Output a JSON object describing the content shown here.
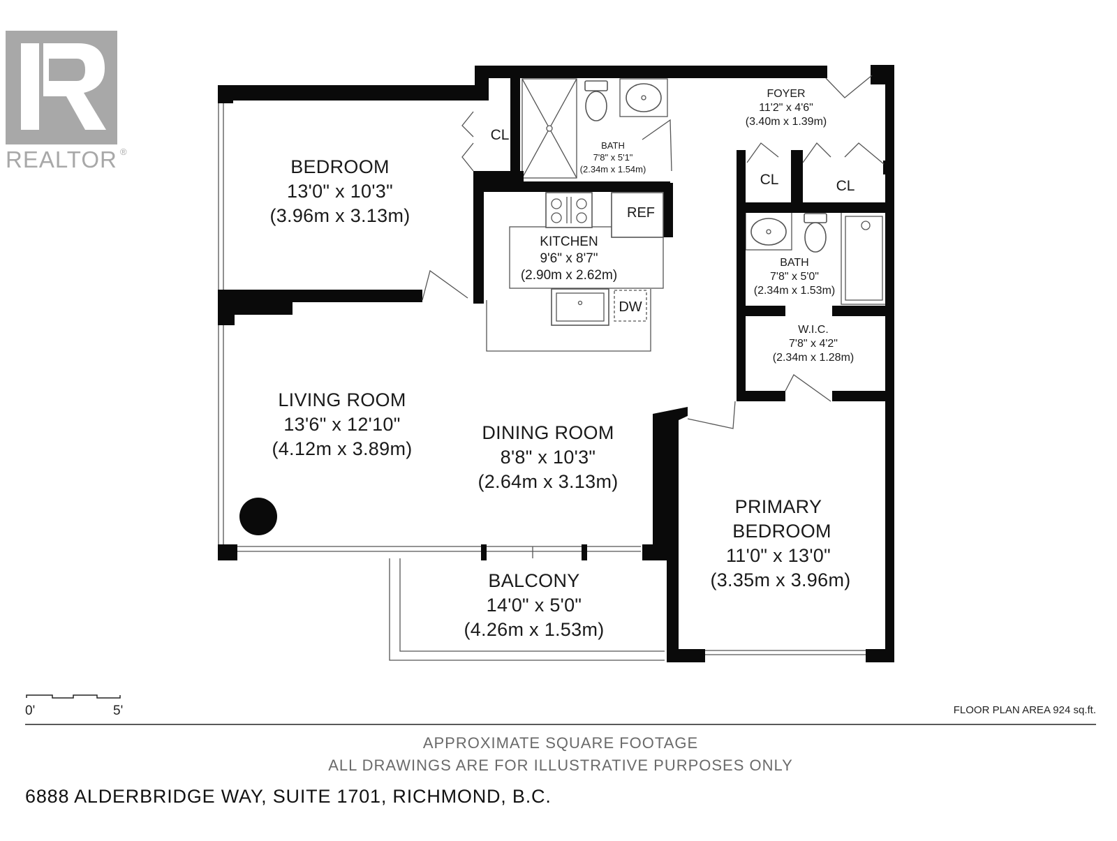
{
  "logo": {
    "wordmark": "REALTOR",
    "mark": "®"
  },
  "rooms": {
    "bedroom": {
      "name": "BEDROOM",
      "dim_imperial": "13'0\" x 10'3\"",
      "dim_metric": "(3.96m x 3.13m)"
    },
    "bath_top": {
      "name": "BATH",
      "dim_imperial": "7'8\" x 5'1\"",
      "dim_metric": "(2.34m x 1.54m)"
    },
    "foyer": {
      "name": "FOYER",
      "dim_imperial": "11'2\" x 4'6\"",
      "dim_metric": "(3.40m x 1.39m)"
    },
    "kitchen": {
      "name": "KITCHEN",
      "dim_imperial": "9'6\" x 8'7\"",
      "dim_metric": "(2.90m x 2.62m)"
    },
    "bath_right": {
      "name": "BATH",
      "dim_imperial": "7'8\" x 5'0\"",
      "dim_metric": "(2.34m x 1.53m)"
    },
    "wic": {
      "name": "W.I.C.",
      "dim_imperial": "7'8\" x 4'2\"",
      "dim_metric": "(2.34m x 1.28m)"
    },
    "living": {
      "name": "LIVING ROOM",
      "dim_imperial": "13'6\" x 12'10\"",
      "dim_metric": "(4.12m x 3.89m)"
    },
    "dining": {
      "name": "DINING ROOM",
      "dim_imperial": "8'8\" x 10'3\"",
      "dim_metric": "(2.64m x 3.13m)"
    },
    "primary": {
      "name_line1": "PRIMARY",
      "name_line2": "BEDROOM",
      "dim_imperial": "11'0\" x 13'0\"",
      "dim_metric": "(3.35m x 3.96m)"
    },
    "balcony": {
      "name": "BALCONY",
      "dim_imperial": "14'0\" x 5'0\"",
      "dim_metric": "(4.26m x 1.53m)"
    }
  },
  "fixtures": {
    "closet_label": "CL",
    "refrigerator_label": "REF",
    "dishwasher_label": "DW"
  },
  "scale_bar": {
    "start": "0'",
    "end": "5'"
  },
  "floor_plan_area": "FLOOR PLAN AREA 924 sq.ft.",
  "disclaimer": {
    "line1": "APPROXIMATE SQUARE FOOTAGE",
    "line2": "ALL DRAWINGS ARE FOR ILLUSTRATIVE PURPOSES ONLY"
  },
  "address": "6888 ALDERBRIDGE WAY, SUITE 1701, RICHMOND, B.C."
}
